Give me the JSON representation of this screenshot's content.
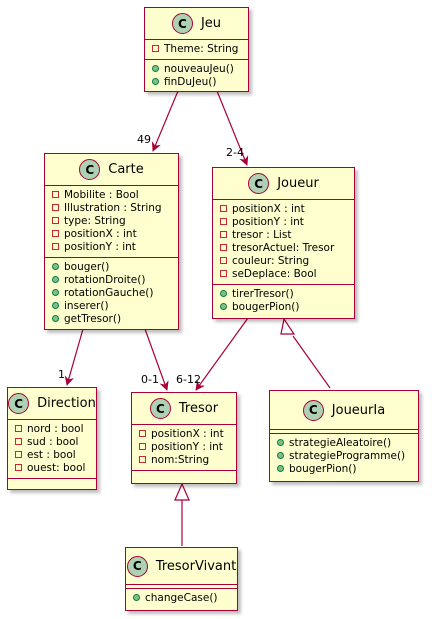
{
  "classes": {
    "jeu": {
      "badge": "C",
      "name": "Jeu",
      "attributes": [
        {
          "vis": "private",
          "text": "Theme: String"
        }
      ],
      "methods": [
        {
          "vis": "public",
          "text": "nouveauJeu()"
        },
        {
          "vis": "public",
          "text": "finDuJeu()"
        }
      ]
    },
    "carte": {
      "badge": "C",
      "name": "Carte",
      "attributes": [
        {
          "vis": "private",
          "text": "Mobilite : Bool"
        },
        {
          "vis": "private",
          "text": "Illustration : String"
        },
        {
          "vis": "private",
          "text": "type: String"
        },
        {
          "vis": "private",
          "text": "positionX : int"
        },
        {
          "vis": "private",
          "text": "positionY : int"
        }
      ],
      "methods": [
        {
          "vis": "public",
          "text": "bouger()"
        },
        {
          "vis": "public",
          "text": "rotationDroite()"
        },
        {
          "vis": "public",
          "text": "rotationGauche()"
        },
        {
          "vis": "public",
          "text": "inserer()"
        },
        {
          "vis": "public",
          "text": "getTresor()"
        }
      ]
    },
    "joueur": {
      "badge": "C",
      "name": "Joueur",
      "attributes": [
        {
          "vis": "private",
          "text": "positionX : int"
        },
        {
          "vis": "private",
          "text": "positionY : int"
        },
        {
          "vis": "private",
          "text": "tresor : List"
        },
        {
          "vis": "private",
          "text": "tresorActuel: Tresor"
        },
        {
          "vis": "private",
          "text": "couleur: String"
        },
        {
          "vis": "private",
          "text": "seDeplace: Bool"
        }
      ],
      "methods": [
        {
          "vis": "public",
          "text": "tirerTresor()"
        },
        {
          "vis": "public",
          "text": "bougerPion()"
        }
      ]
    },
    "direction": {
      "badge": "C",
      "name": "Direction",
      "attributes": [
        {
          "vis": "private",
          "text": "nord : bool"
        },
        {
          "vis": "private",
          "text": "sud : bool"
        },
        {
          "vis": "private",
          "text": "est : bool"
        },
        {
          "vis": "private",
          "text": "ouest: bool"
        }
      ],
      "methods": []
    },
    "tresor": {
      "badge": "C",
      "name": "Tresor",
      "attributes": [
        {
          "vis": "private",
          "text": "positionX : int"
        },
        {
          "vis": "private",
          "text": "positionY : int"
        },
        {
          "vis": "private",
          "text": "nom:String"
        }
      ],
      "methods": []
    },
    "joueuria": {
      "badge": "C",
      "name": "JoueurIa",
      "attributes": [],
      "methods": [
        {
          "vis": "public",
          "text": "strategieAleatoire()"
        },
        {
          "vis": "public",
          "text": "strategieProgramme()"
        },
        {
          "vis": "public",
          "text": "bougerPion()"
        }
      ]
    },
    "tresorvivant": {
      "badge": "C",
      "name": "TresorVivant",
      "attributes": [],
      "methods": [
        {
          "vis": "public",
          "text": "changeCase()"
        }
      ]
    }
  },
  "multiplicities": {
    "jeu_carte": "49",
    "jeu_joueur": "2-4",
    "carte_direction": "1",
    "carte_tresor": "0-1",
    "joueur_tresor": "6-12"
  },
  "colors": {
    "class_fill": "#fefece",
    "class_border": "#a80036",
    "badge_fill": "#add1b2",
    "edge": "#a80036"
  }
}
